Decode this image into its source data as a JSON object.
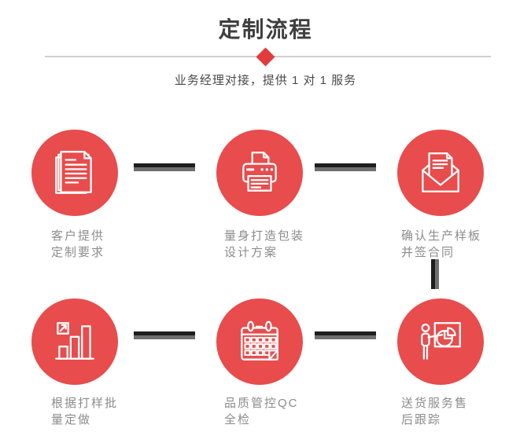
{
  "page": {
    "title": "定制流程",
    "subtitle": "业务经理对接，提供 1 对 1 服务",
    "accent_color": "#e84c4c",
    "diamond_color": "#e23c3c",
    "divider_color": "#cfcfcf",
    "connector_dark": "#1e1e1e",
    "connector_gray": "#6f6f6f",
    "label_color": "#8c8c8c"
  },
  "steps": [
    {
      "icon": "documents-icon",
      "label_line1": "客户提供",
      "label_line2": "定制要求"
    },
    {
      "icon": "printer-icon",
      "label_line1": "量身打造包装",
      "label_line2": "设计方案"
    },
    {
      "icon": "envelope-icon",
      "label_line1": "确认生产样板",
      "label_line2": "并签合同"
    },
    {
      "icon": "bar-chart-icon",
      "label_line1": "根据打样批",
      "label_line2": "量定做"
    },
    {
      "icon": "calendar-icon",
      "label_line1": "品质管控QC",
      "label_line2": "全检"
    },
    {
      "icon": "presenter-icon",
      "label_line1": "送货服务售",
      "label_line2": "后跟踪"
    }
  ]
}
